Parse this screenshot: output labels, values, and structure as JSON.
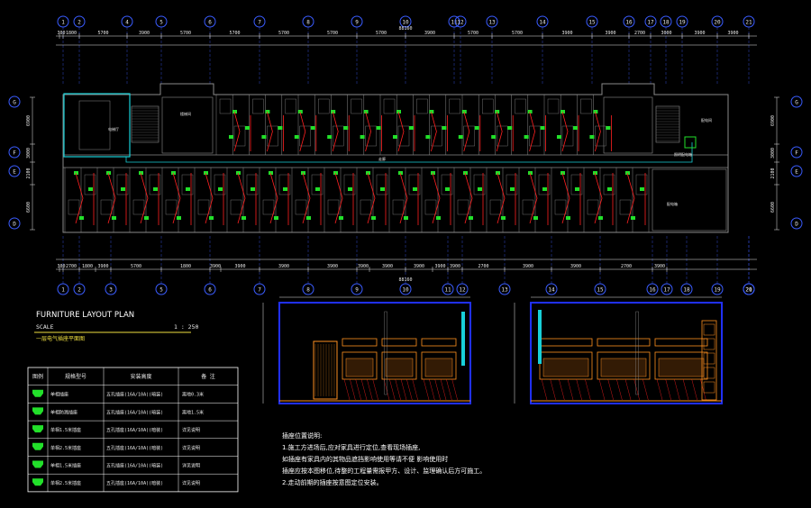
{
  "colors": {
    "background": "#000000",
    "grid_axis": "#3a5cff",
    "dimension": "#e8e8e8",
    "wall": "#8a8a8a",
    "socket_marker": "#22e02a",
    "wiring": "#ff2020",
    "highlight": "#18d0d8",
    "elevation_frame": "#2030ff",
    "elevation_furniture": "#ff9020",
    "title_underline": "#f0e040"
  },
  "axes_top": [
    "1",
    "2",
    "4",
    "5",
    "6",
    "7",
    "8",
    "9",
    "10",
    "11",
    "12",
    "13",
    "14",
    "15",
    "16",
    "17",
    "18",
    "19",
    "20",
    "21"
  ],
  "axes_bottom": [
    "1",
    "2",
    "3",
    "5",
    "6",
    "7",
    "8",
    "9",
    "10",
    "11",
    "12",
    "13",
    "14",
    "15",
    "16",
    "17",
    "18",
    "19",
    "20",
    "21"
  ],
  "axes_side": [
    "G",
    "F",
    "E",
    "D"
  ],
  "dims_top": [
    "300",
    "1800",
    "5700",
    "3900",
    "5700",
    "5700",
    "5700",
    "5700",
    "5700",
    "3900",
    "5700",
    "5700",
    "3900",
    "3900",
    "2700",
    "3000",
    "3900",
    "3900"
  ],
  "dims_bottom": [
    "300",
    "2700",
    "1800",
    "3900",
    "5700",
    "1800",
    "3900",
    "3900",
    "3900",
    "3900",
    "3900",
    "3900",
    "3900",
    "3900",
    "3900",
    "2700",
    "3900",
    "3900",
    "2700",
    "3900"
  ],
  "dim_total": "88160",
  "dims_left": [
    "6900",
    "3000",
    "2100",
    "6600"
  ],
  "dims_right": [
    "6900",
    "3000",
    "2100",
    "6600"
  ],
  "title": {
    "main": "FURNITURE LAYOUT PLAN",
    "scale_label": "SCALE",
    "scale_value": "1 : 250",
    "subtitle": "一层电气插座平面图"
  },
  "legend": {
    "headers": [
      "图例",
      "规格型号",
      "安装高度",
      "备 注"
    ],
    "rows": [
      {
        "icon": "socket-icon",
        "name": "单相插座",
        "spec": "五孔插座(16A/10A)(暗装)",
        "note": "离地0.3米"
      },
      {
        "icon": "socket-icon",
        "name": "单相防溅插座",
        "spec": "五孔插座(16A/10A)(暗装)",
        "note": "离地1.5米"
      },
      {
        "icon": "socket-icon",
        "name": "单相1.5米插座",
        "spec": "五孔插座(16A/10A)(暗装)",
        "note": "详见说明"
      },
      {
        "icon": "socket-icon",
        "name": "单相2.5米插座",
        "spec": "五孔插座(16A/10A)(暗装)",
        "note": "详见说明"
      },
      {
        "icon": "socket-icon",
        "name": "单相1.5米插座",
        "spec": "五孔插座(16A/10A)(暗装)",
        "note": "详见说明"
      },
      {
        "icon": "socket-icon",
        "name": "单相2.5米插座",
        "spec": "五孔插座(16A/10A)(暗装)",
        "note": "详见说明"
      }
    ]
  },
  "notes": [
    "插座位置说明:",
    "1.施工方进场后,应对家具进行定位,查看现场插座,",
    "如插座有家具内的其物品遮挡影响使用等请不便        影响使用时",
    "插座应按本图移位,待整的工程量需报甲方、设计、监理确认后方可施工。",
    "2.走动前期的插座按意图定位安装。"
  ],
  "plan_labels": [
    "楼梯间",
    "电梯厅",
    "走廊",
    "配电间",
    "照明配电箱",
    "配电箱"
  ]
}
